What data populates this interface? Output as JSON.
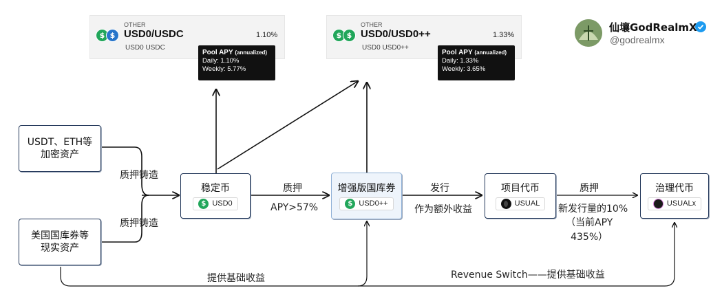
{
  "pools": [
    {
      "category": "OTHER",
      "pair": "USD0/USDC",
      "tokens": "USD0 USDC",
      "apy": "1.10%",
      "tooltip": {
        "title": "Pool APY",
        "title_suffix": "(annualized)",
        "daily": "Daily: 1.10%",
        "weekly": "Weekly: 5.77%"
      }
    },
    {
      "category": "OTHER",
      "pair": "USD0/USD0++",
      "tokens": "USD0 USD0++",
      "apy": "1.33%",
      "tooltip": {
        "title": "Pool APY",
        "title_suffix": "(annualized)",
        "daily": "Daily: 1.33%",
        "weekly": "Weekly: 3.65%"
      }
    }
  ],
  "profile": {
    "name": "仙壤GodRealmX",
    "handle": "@godrealmx",
    "verified_color": "#1d9bf0"
  },
  "nodes": {
    "crypto_assets": "USDT、ETH等\n加密资产",
    "treasury_assets": "美国国库券等\n现实资产",
    "stablecoin": {
      "title": "稳定币",
      "token": "USD0"
    },
    "enhanced": {
      "title": "增强版国库券",
      "token": "USD0++"
    },
    "project_token": {
      "title": "项目代币",
      "token": "USUAL"
    },
    "governance_token": {
      "title": "治理代币",
      "token": "USUALx"
    }
  },
  "labels": {
    "mint_top": "质押铸造",
    "mint_bottom": "质押铸造",
    "stake_1": "质押",
    "apy_note": "APY>57%",
    "issue": "发行",
    "extra_yield": "作为额外收益",
    "stake_2": "质押",
    "new_issue": "新发行量的10%",
    "current_apy": "（当前APY\n435%）",
    "base_yield": "提供基础收益",
    "revenue_switch": "Revenue Switch——提供基础收益"
  },
  "colors": {
    "box_border": "#1f3457",
    "enhanced_bg": "#eef4fb",
    "coin_green": "#21a65a",
    "coin_blue": "#2775ca"
  }
}
